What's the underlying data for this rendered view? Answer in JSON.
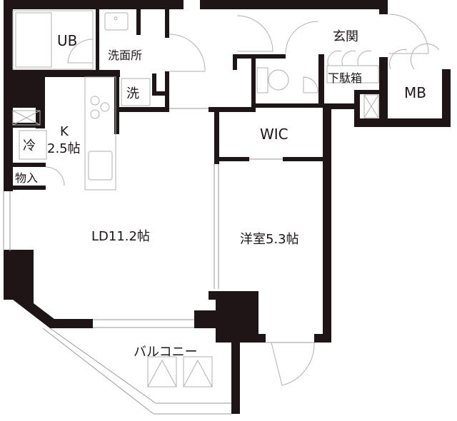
{
  "floorplan": {
    "rooms": {
      "ub": "UB",
      "senmenjo": "洗面所",
      "washer": "洗",
      "genkan": "玄関",
      "getabako": "下駄箱",
      "mb": "MB",
      "wic": "WIC",
      "kitchen_k": "K",
      "kitchen_size": "2.5帖",
      "fridge": "冷",
      "storage": "物入",
      "ld": "LD11.2帖",
      "western_room": "洋室5.3帖",
      "balcony": "バルコニー"
    },
    "colors": {
      "wall": "#1e1517",
      "line": "#9a9a9a",
      "background": "#ffffff"
    }
  }
}
